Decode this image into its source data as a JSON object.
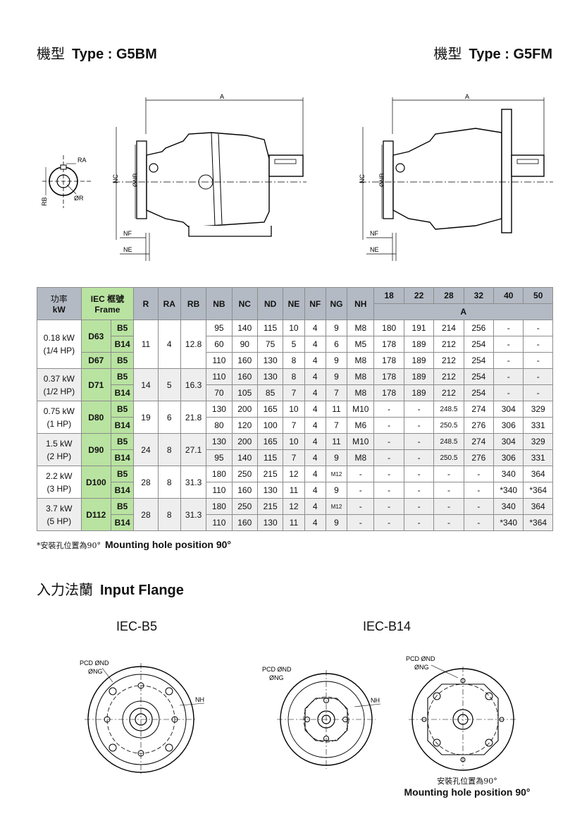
{
  "header": {
    "left_zh": "機型",
    "left_en": "Type : G5BM",
    "right_zh": "機型",
    "right_en": "Type : G5FM"
  },
  "drawing_labels": {
    "A": "A",
    "NC": "NC",
    "NB": "ØNB",
    "NF": "NF",
    "NE": "NE",
    "RA": "RA",
    "RB": "RB",
    "R": "ØR"
  },
  "table": {
    "headers": {
      "power_zh": "功率",
      "power_en": "kW",
      "iec_zh": "IEC 框號",
      "iec_en": "Frame",
      "cols": [
        "R",
        "RA",
        "RB",
        "NB",
        "NC",
        "ND",
        "NE",
        "NF",
        "NG",
        "NH"
      ],
      "a_cols": [
        "18",
        "22",
        "28",
        "32",
        "40",
        "50"
      ],
      "a_label": "A"
    },
    "groups": [
      {
        "power": "0.18 kW",
        "hp": "(1/4 HP)",
        "shade": false,
        "rows": [
          {
            "frame": "D63",
            "mount": "B5",
            "R": "11",
            "RA": "4",
            "RB": "12.8",
            "NB": "95",
            "NC": "140",
            "ND": "115",
            "NE": "10",
            "NF": "4",
            "NG": "9",
            "NH": "M8",
            "A": [
              "180",
              "191",
              "214",
              "256",
              "-",
              "-"
            ]
          },
          {
            "frame": "",
            "mount": "B14",
            "R": "",
            "RA": "",
            "RB": "",
            "NB": "60",
            "NC": "90",
            "ND": "75",
            "NE": "5",
            "NF": "4",
            "NG": "6",
            "NH": "M5",
            "A": [
              "178",
              "189",
              "212",
              "254",
              "-",
              "-"
            ]
          },
          {
            "frame": "D67",
            "mount": "B5",
            "R": "",
            "RA": "",
            "RB": "",
            "NB": "110",
            "NC": "160",
            "ND": "130",
            "NE": "8",
            "NF": "4",
            "NG": "9",
            "NH": "M8",
            "A": [
              "178",
              "189",
              "212",
              "254",
              "-",
              "-"
            ]
          }
        ]
      },
      {
        "power": "0.37 kW",
        "hp": "(1/2 HP)",
        "shade": true,
        "rows": [
          {
            "frame": "D71",
            "mount": "B5",
            "R": "14",
            "RA": "5",
            "RB": "16.3",
            "NB": "110",
            "NC": "160",
            "ND": "130",
            "NE": "8",
            "NF": "4",
            "NG": "9",
            "NH": "M8",
            "A": [
              "178",
              "189",
              "212",
              "254",
              "-",
              "-"
            ]
          },
          {
            "frame": "",
            "mount": "B14",
            "R": "",
            "RA": "",
            "RB": "",
            "NB": "70",
            "NC": "105",
            "ND": "85",
            "NE": "7",
            "NF": "4",
            "NG": "7",
            "NH": "M8",
            "A": [
              "178",
              "189",
              "212",
              "254",
              "-",
              "-"
            ]
          }
        ]
      },
      {
        "power": "0.75 kW",
        "hp": "(1 HP)",
        "shade": false,
        "rows": [
          {
            "frame": "D80",
            "mount": "B5",
            "R": "19",
            "RA": "6",
            "RB": "21.8",
            "NB": "130",
            "NC": "200",
            "ND": "165",
            "NE": "10",
            "NF": "4",
            "NG": "11",
            "NH": "M10",
            "A": [
              "-",
              "-",
              "248.5",
              "274",
              "304",
              "329"
            ]
          },
          {
            "frame": "",
            "mount": "B14",
            "R": "",
            "RA": "",
            "RB": "",
            "NB": "80",
            "NC": "120",
            "ND": "100",
            "NE": "7",
            "NF": "4",
            "NG": "7",
            "NH": "M6",
            "A": [
              "-",
              "-",
              "250.5",
              "276",
              "306",
              "331"
            ]
          }
        ]
      },
      {
        "power": "1.5 kW",
        "hp": "(2 HP)",
        "shade": true,
        "rows": [
          {
            "frame": "D90",
            "mount": "B5",
            "R": "24",
            "RA": "8",
            "RB": "27.1",
            "NB": "130",
            "NC": "200",
            "ND": "165",
            "NE": "10",
            "NF": "4",
            "NG": "11",
            "NH": "M10",
            "A": [
              "-",
              "-",
              "248.5",
              "274",
              "304",
              "329"
            ]
          },
          {
            "frame": "",
            "mount": "B14",
            "R": "",
            "RA": "",
            "RB": "",
            "NB": "95",
            "NC": "140",
            "ND": "115",
            "NE": "7",
            "NF": "4",
            "NG": "9",
            "NH": "M8",
            "A": [
              "-",
              "-",
              "250.5",
              "276",
              "306",
              "331"
            ]
          }
        ]
      },
      {
        "power": "2.2 kW",
        "hp": "(3 HP)",
        "shade": false,
        "rows": [
          {
            "frame": "D100",
            "mount": "B5",
            "R": "28",
            "RA": "8",
            "RB": "31.3",
            "NB": "180",
            "NC": "250",
            "ND": "215",
            "NE": "12",
            "NF": "4",
            "NG": "M12",
            "NH": "-",
            "A": [
              "-",
              "-",
              "-",
              "-",
              "340",
              "364"
            ]
          },
          {
            "frame": "",
            "mount": "B14",
            "R": "",
            "RA": "",
            "RB": "",
            "NB": "110",
            "NC": "160",
            "ND": "130",
            "NE": "11",
            "NF": "4",
            "NG": "9",
            "NH": "-",
            "A": [
              "-",
              "-",
              "-",
              "-",
              "*340",
              "*364"
            ]
          }
        ]
      },
      {
        "power": "3.7 kW",
        "hp": "(5 HP)",
        "shade": true,
        "rows": [
          {
            "frame": "D112",
            "mount": "B5",
            "R": "28",
            "RA": "8",
            "RB": "31.3",
            "NB": "180",
            "NC": "250",
            "ND": "215",
            "NE": "12",
            "NF": "4",
            "NG": "M12",
            "NH": "-",
            "A": [
              "-",
              "-",
              "-",
              "-",
              "340",
              "364"
            ]
          },
          {
            "frame": "",
            "mount": "B14",
            "R": "",
            "RA": "",
            "RB": "",
            "NB": "110",
            "NC": "160",
            "ND": "130",
            "NE": "11",
            "NF": "4",
            "NG": "9",
            "NH": "-",
            "A": [
              "-",
              "-",
              "-",
              "-",
              "*340",
              "*364"
            ]
          }
        ]
      }
    ]
  },
  "footnote": {
    "zh": "*安裝孔位置為90°",
    "en": "Mounting hole position 90°"
  },
  "flange": {
    "title_zh": "入力法蘭",
    "title_en": "Input Flange",
    "b5_label": "IEC-B5",
    "b14_label": "IEC-B14",
    "pcd": "PCD ØND",
    "ng": "ØNG",
    "nh": "NH",
    "note_zh": "安裝孔位置為90°",
    "note_en": "Mounting hole position 90°"
  }
}
